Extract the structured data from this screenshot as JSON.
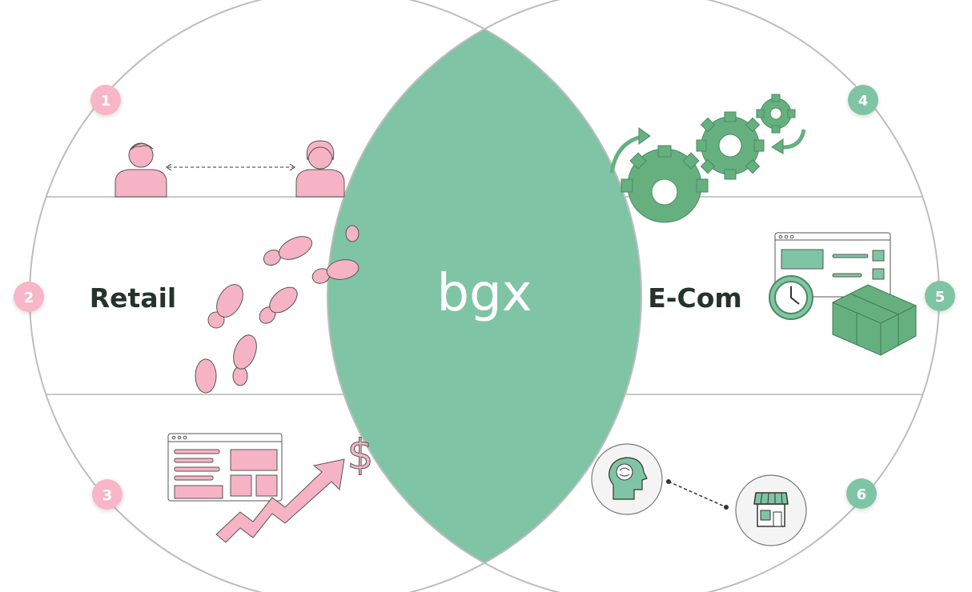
{
  "center": {
    "logo": "bgx"
  },
  "left": {
    "label": "Retail"
  },
  "right": {
    "label": "E-Com"
  },
  "badges": {
    "b1": "1",
    "b2": "2",
    "b3": "3",
    "b4": "4",
    "b5": "5",
    "b6": "6"
  },
  "icons": {
    "people": "people-exchange-icon",
    "footsteps": "footprints-icon",
    "sales": "sales-growth-dashboard-icon",
    "gears": "automation-gears-icon",
    "fulfillment": "order-fulfillment-icon",
    "brain": "ai-brain-icon",
    "store": "storefront-icon"
  },
  "colors": {
    "pink": "#f6b3c6",
    "pink_badge": "#f7b7c8",
    "green": "#7fc4a5",
    "green_icon": "#66b080",
    "text": "#26332d",
    "circle_stroke": "#bdbdbd"
  }
}
